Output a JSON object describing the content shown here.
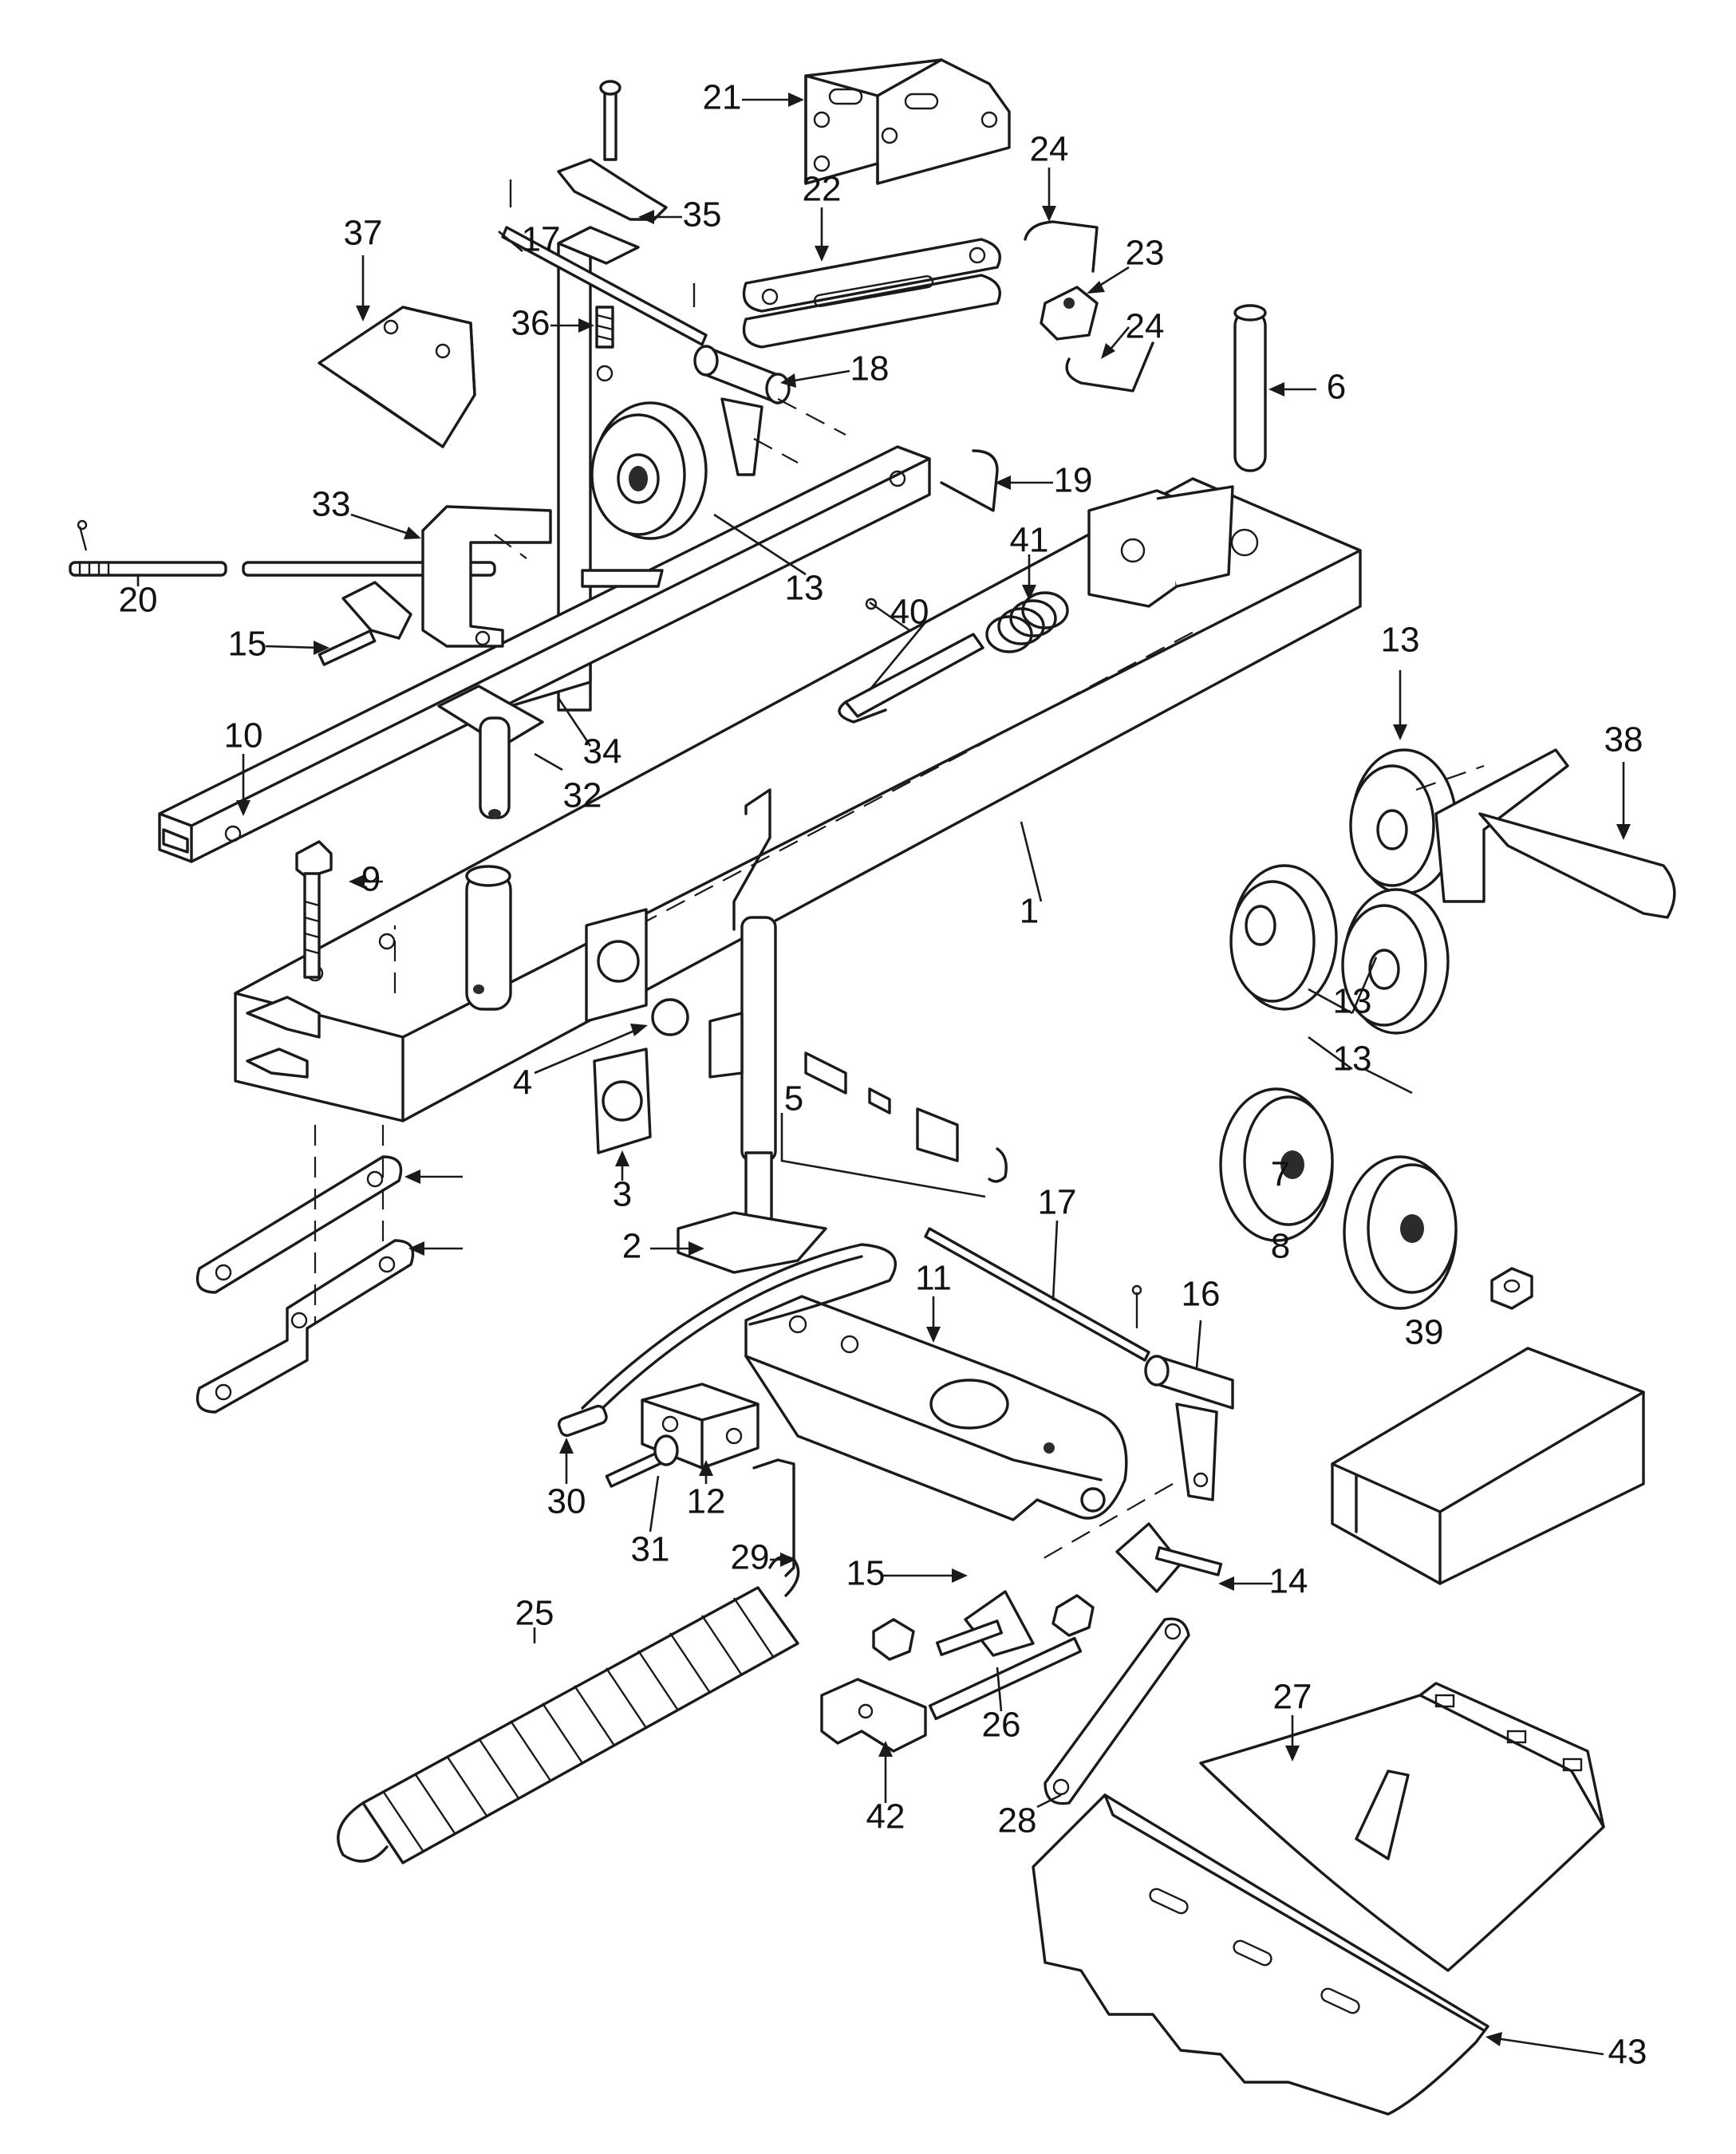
{
  "callouts": [
    {
      "id": "c1",
      "label": "1"
    },
    {
      "id": "c2",
      "label": "2"
    },
    {
      "id": "c3",
      "label": "3"
    },
    {
      "id": "c4",
      "label": "4"
    },
    {
      "id": "c5",
      "label": "5"
    },
    {
      "id": "c6",
      "label": "6"
    },
    {
      "id": "c7",
      "label": "7"
    },
    {
      "id": "c8",
      "label": "8"
    },
    {
      "id": "c9",
      "label": "9"
    },
    {
      "id": "c10",
      "label": "10"
    },
    {
      "id": "c11",
      "label": "11"
    },
    {
      "id": "c12",
      "label": "12"
    },
    {
      "id": "c13a",
      "label": "13"
    },
    {
      "id": "c13b",
      "label": "13"
    },
    {
      "id": "c13c",
      "label": "13"
    },
    {
      "id": "c13d",
      "label": "13"
    },
    {
      "id": "c14",
      "label": "14"
    },
    {
      "id": "c15a",
      "label": "15"
    },
    {
      "id": "c15b",
      "label": "15"
    },
    {
      "id": "c16",
      "label": "16"
    },
    {
      "id": "c17a",
      "label": "17"
    },
    {
      "id": "c17b",
      "label": "17"
    },
    {
      "id": "c18",
      "label": "18"
    },
    {
      "id": "c19",
      "label": "19"
    },
    {
      "id": "c20",
      "label": "20"
    },
    {
      "id": "c21",
      "label": "21"
    },
    {
      "id": "c22",
      "label": "22"
    },
    {
      "id": "c23",
      "label": "23"
    },
    {
      "id": "c24a",
      "label": "24"
    },
    {
      "id": "c24b",
      "label": "24"
    },
    {
      "id": "c25",
      "label": "25"
    },
    {
      "id": "c26",
      "label": "26"
    },
    {
      "id": "c27",
      "label": "27"
    },
    {
      "id": "c28",
      "label": "28"
    },
    {
      "id": "c29",
      "label": "29"
    },
    {
      "id": "c30",
      "label": "30"
    },
    {
      "id": "c31",
      "label": "31"
    },
    {
      "id": "c32",
      "label": "32"
    },
    {
      "id": "c33",
      "label": "33"
    },
    {
      "id": "c34",
      "label": "34"
    },
    {
      "id": "c35",
      "label": "35"
    },
    {
      "id": "c36",
      "label": "36"
    },
    {
      "id": "c37",
      "label": "37"
    },
    {
      "id": "c38",
      "label": "38"
    },
    {
      "id": "c39",
      "label": "39"
    },
    {
      "id": "c40",
      "label": "40"
    },
    {
      "id": "c41",
      "label": "41"
    },
    {
      "id": "c42",
      "label": "42"
    },
    {
      "id": "c43",
      "label": "43"
    }
  ]
}
